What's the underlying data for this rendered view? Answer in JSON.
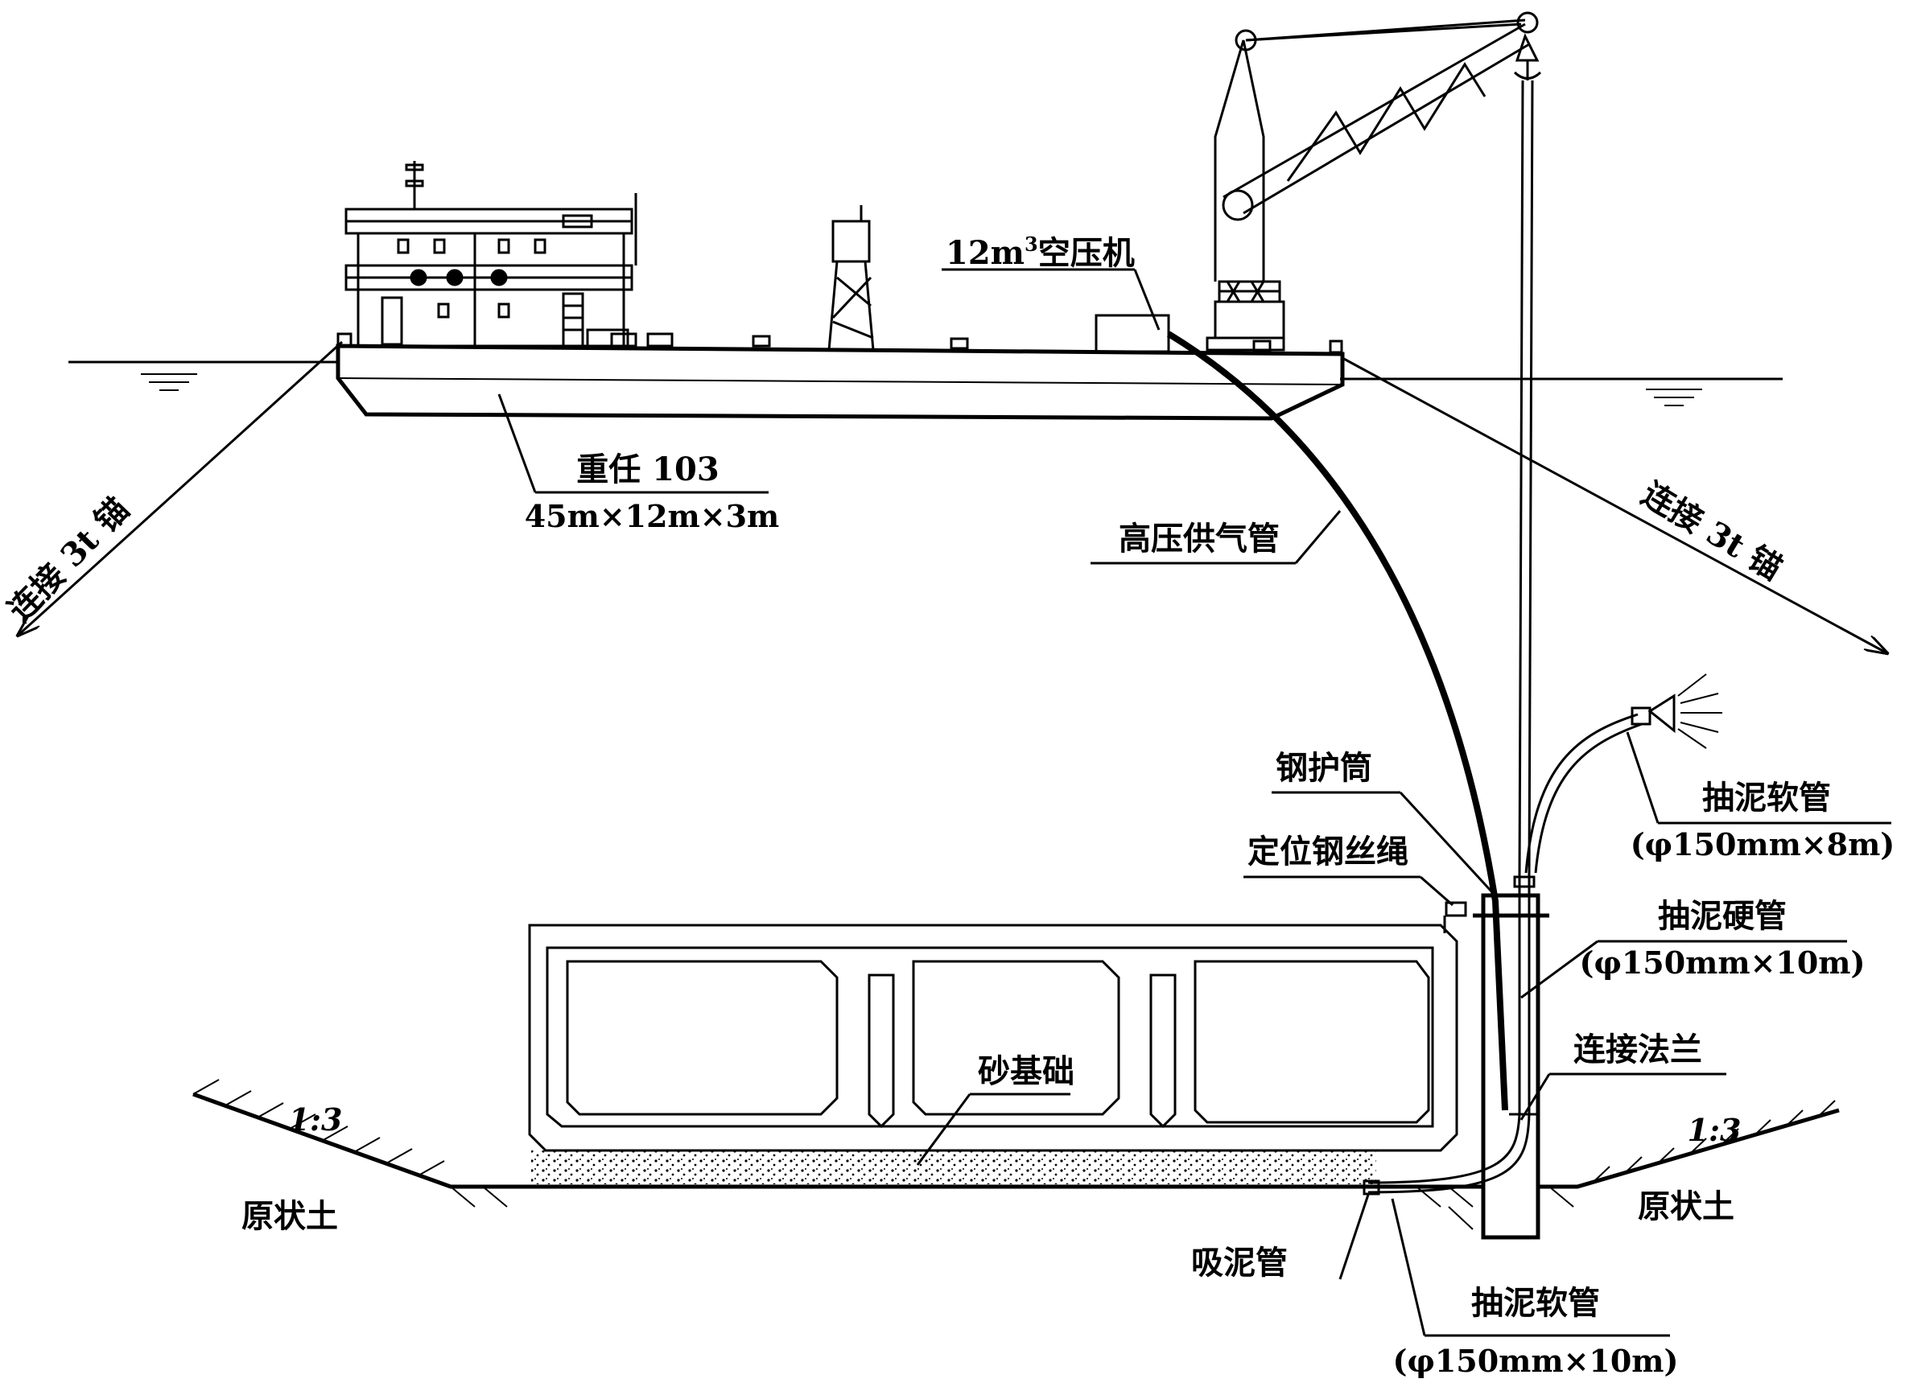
{
  "colors": {
    "ink": "#000000",
    "paper": "#ffffff"
  },
  "labels": {
    "anchor_left": "连接 3t 锚",
    "anchor_right": "连接 3t 锚",
    "barge_name": "重任 103",
    "barge_size": "45m×12m×3m",
    "compressor_prefix": "12m",
    "compressor_sup": "3",
    "compressor_suffix": "空压机",
    "air_pipe": "高压供气管",
    "steel_casing": "钢护筒",
    "positioning_wire": "定位钢丝绳",
    "hose_upper_name": "抽泥软管",
    "hose_upper_spec": "(φ150mm×8m)",
    "rigid_pipe_name": "抽泥硬管",
    "rigid_pipe_spec": "(φ150mm×10m)",
    "flange": "连接法兰",
    "sand_base": "砂基础",
    "slope_left": "1:3",
    "slope_right": "1:3",
    "soil_left": "原状土",
    "soil_right": "原状土",
    "suction_pipe": "吸泥管",
    "hose_lower_name": "抽泥软管",
    "hose_lower_spec": "(φ150mm×10m)"
  }
}
